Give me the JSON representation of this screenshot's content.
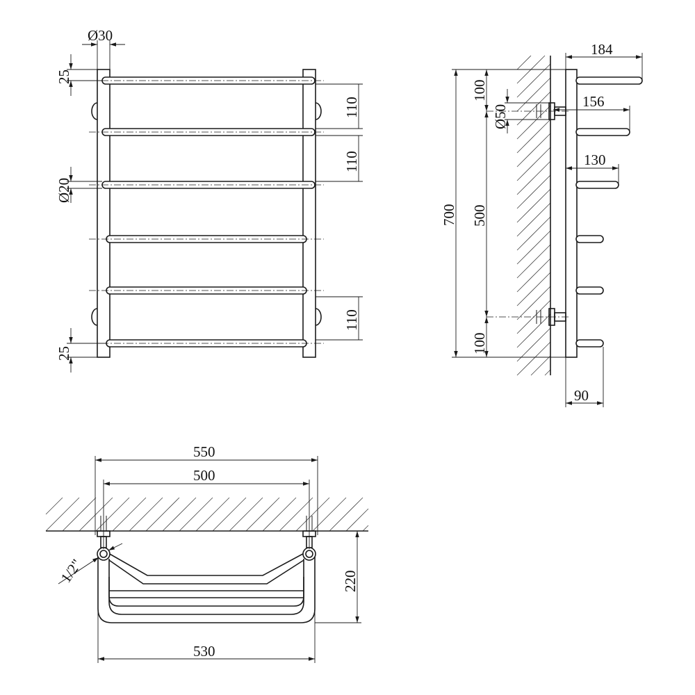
{
  "front_view": {
    "pipe_diameter_label": "Ø30",
    "rung_diameter_label": "Ø20",
    "top_offset_label": "25",
    "bottom_offset_label": "25",
    "upper_spacing_label": "110",
    "middle_spacing_label": "110",
    "lower_spacing_label": "110"
  },
  "side_view": {
    "total_height_label": "700",
    "top_offset_label": "100",
    "center_distance_label": "500",
    "bottom_offset_label": "100",
    "flange_diameter_label": "Ø50",
    "depth_top_label": "184",
    "depth_second_label": "156",
    "depth_third_label": "130",
    "depth_base_label": "90"
  },
  "top_view": {
    "overall_width_label": "550",
    "connection_distance_label": "500",
    "bottom_width_label": "530",
    "projection_label": "220",
    "thread_label": "1/2\""
  }
}
